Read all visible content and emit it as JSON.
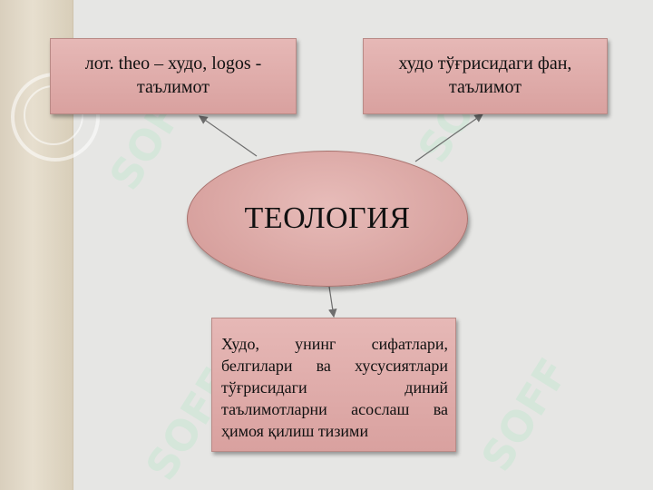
{
  "diagram": {
    "center": "ТЕОЛОГИЯ",
    "left_box": "лот. theo – худо, logos -\nтаълимот",
    "right_box": "худо тўғрисидаги фан,\nтаълимот",
    "bottom_box": "Худо, унинг сифатлари, белгилари ва хусусиятлари тўғрисидаги диний таълимотларни асослаш ва ҳимоя қилиш тизими"
  },
  "watermark": "SOFF",
  "colors": {
    "box_fill": "#dfadab",
    "box_border": "#b98a86",
    "connector": "#6e6e6e",
    "background": "#e6e6e4"
  }
}
